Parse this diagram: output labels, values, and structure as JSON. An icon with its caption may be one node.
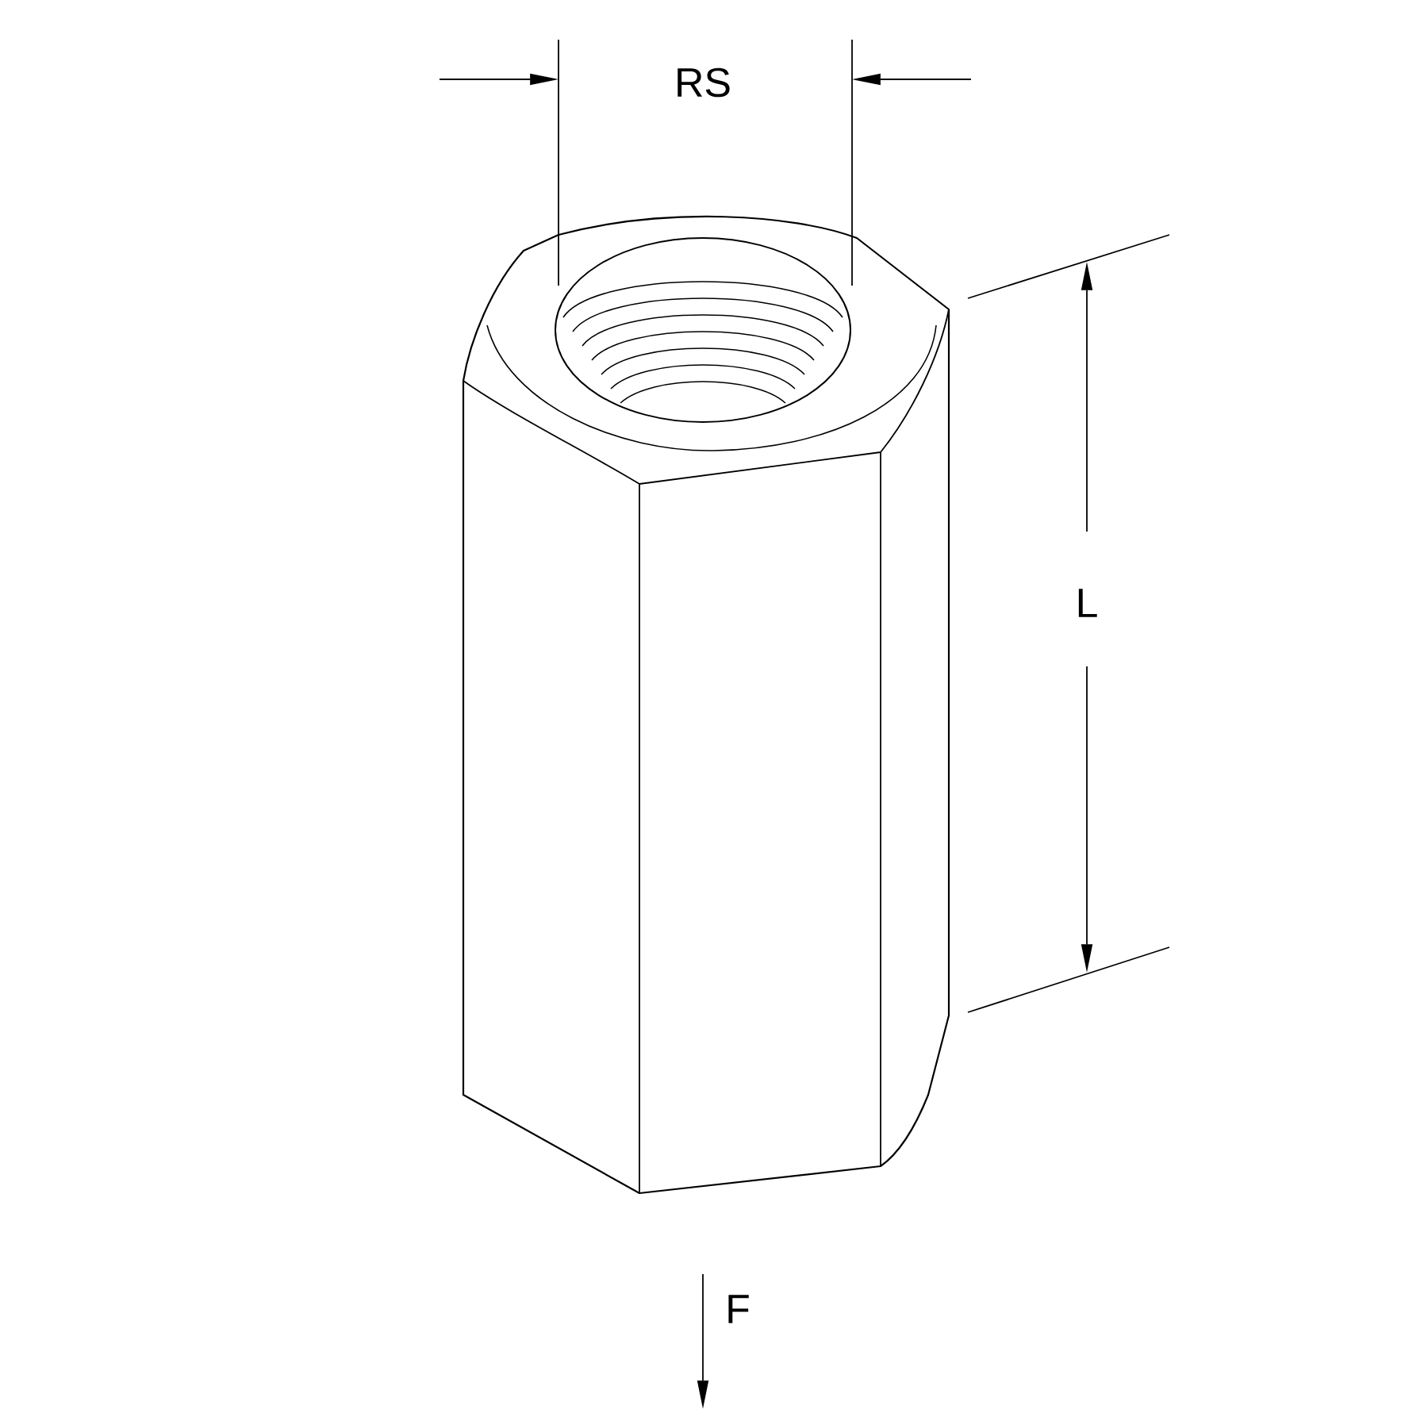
{
  "diagram": {
    "labels": [
      "RS",
      "L",
      "F"
    ]
  }
}
